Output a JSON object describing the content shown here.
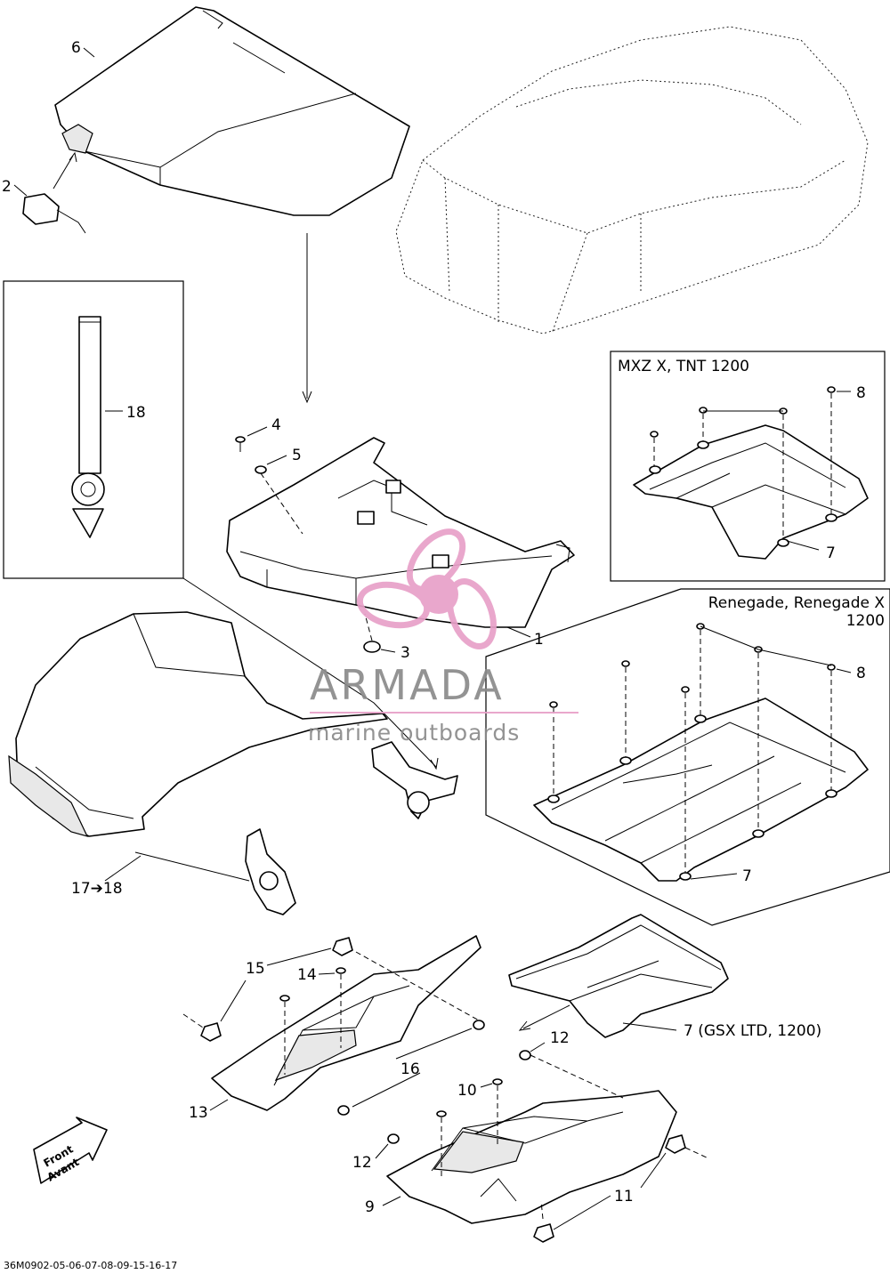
{
  "diagram": {
    "code": "36M0902-05-06-07-08-09-15-16-17",
    "front_labels": [
      "Front",
      "Avant"
    ],
    "boxes": {
      "mxz_tnt": "MXZ X, TNT 1200",
      "renegade_line1": "Renegade, Renegade X",
      "renegade_line2": "1200"
    },
    "callouts": {
      "c1": "1",
      "c2": "2",
      "c3": "3",
      "c4": "4",
      "c5": "5",
      "c6": "6",
      "c7_box1": "7",
      "c7_box2": "7",
      "c7_gsx": "7  (GSX LTD, 1200)",
      "c8_box1": "8",
      "c8_box2": "8",
      "c9": "9",
      "c10": "10",
      "c11": "11",
      "c12_top": "12",
      "c12_bottom": "12",
      "c13": "13",
      "c14": "14",
      "c15": "15",
      "c16": "16",
      "c17_18": "17➔18",
      "c18": "18"
    },
    "watermark": {
      "title": "ARMADA",
      "subtitle": "marine outboards",
      "accent_color": "#e8a0c8",
      "text_color": "#8a8a8a"
    }
  }
}
